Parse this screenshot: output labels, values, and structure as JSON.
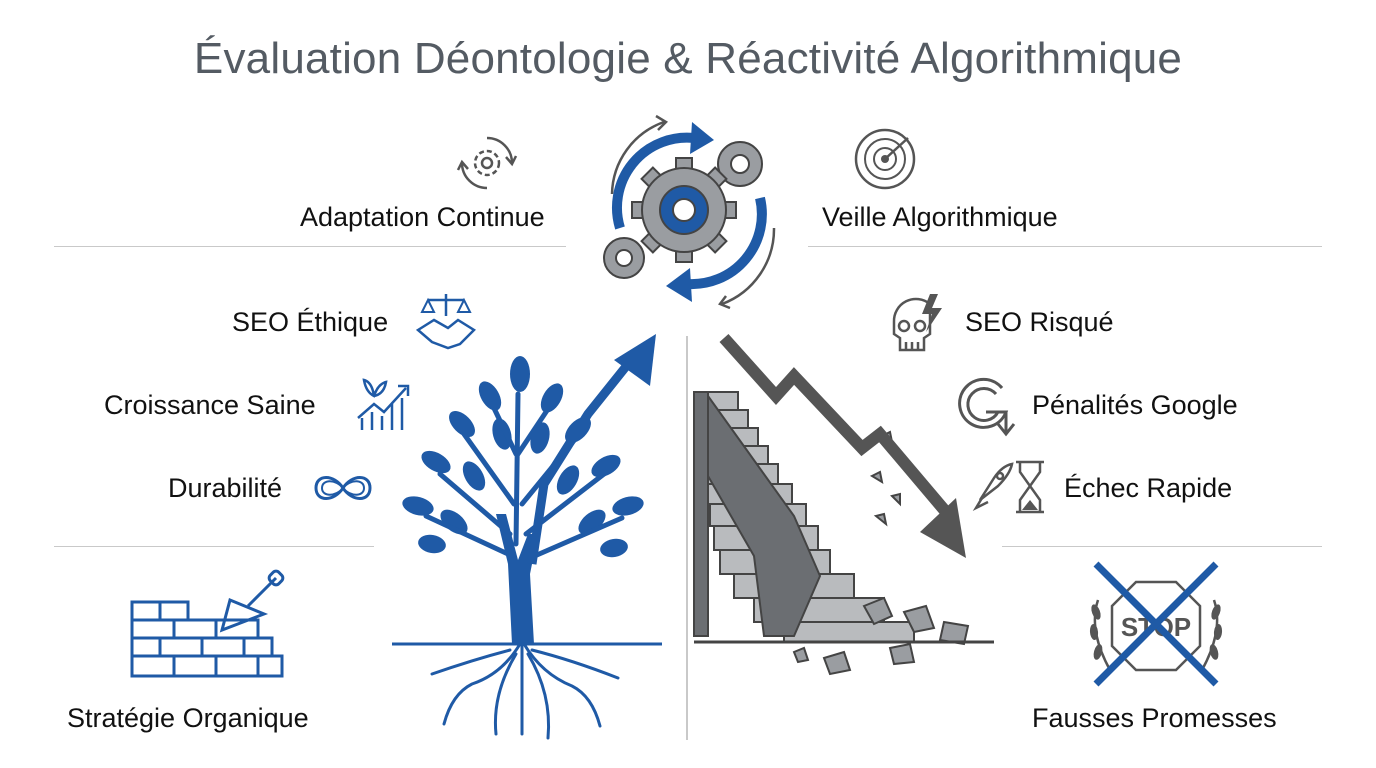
{
  "title": "Évaluation Déontologie & Réactivité Algorithmique",
  "top": {
    "left_label": "Adaptation Continue",
    "left_icon": "gear-cycle-icon",
    "right_label": "Veille Algorithmique",
    "right_icon": "radar-icon",
    "center_icon": "gears-cycle-arrows-icon"
  },
  "left": {
    "items": [
      {
        "label": "SEO Éthique",
        "icon": "balance-handshake-icon"
      },
      {
        "label": "Croissance Saine",
        "icon": "growth-chart-sprout-icon"
      },
      {
        "label": "Durabilité",
        "icon": "infinity-icon"
      }
    ],
    "bottom_label": "Stratégie Organique",
    "bottom_icon": "brick-wall-trowel-icon",
    "illustration": "tree-rising-arrow-icon"
  },
  "right": {
    "items": [
      {
        "label": "SEO Risqué",
        "icon": "skull-lightning-icon"
      },
      {
        "label": "Pénalités Google",
        "icon": "google-down-arrow-icon"
      },
      {
        "label": "Échec Rapide",
        "icon": "rocket-hourglass-icon"
      }
    ],
    "bottom_label": "Fausses Promesses",
    "bottom_icon": "crossed-stop-laurel-icon",
    "illustration": "crumbling-wall-falling-arrow-icon"
  },
  "colors": {
    "blue": "#1f5aa6",
    "gray": "#6b6e72",
    "light_gray": "#b9bbbe",
    "title": "#545b63"
  }
}
